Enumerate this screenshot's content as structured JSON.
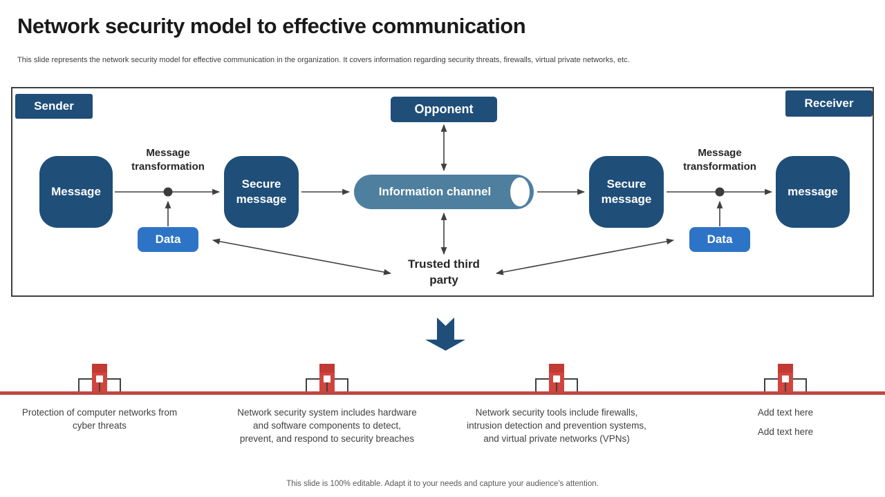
{
  "slide": {
    "title": "Network security model to effective communication",
    "subtitle": "This slide represents the network security model for effective communication in the organization. It covers information regarding security threats, firewalls, virtual private networks, etc.",
    "footer": "This slide is 100% editable. Adapt it to your needs and capture your audience's attention."
  },
  "diagram": {
    "sender_label": "Sender",
    "opponent_label": "Opponent",
    "receiver_label": "Receiver",
    "message_left": "Message",
    "secure_message_left": "Secure message",
    "information_channel": "Information channel",
    "secure_message_right": "Secure message",
    "message_right": "message",
    "data_left": "Data",
    "data_right": "Data",
    "message_transformation_left": "Message transformation",
    "message_transformation_right": "Message transformation",
    "trusted_third_party": "Trusted third party"
  },
  "timeline": {
    "items": [
      {
        "paragraphs": [
          "Protection of computer networks from cyber threats"
        ]
      },
      {
        "paragraphs": [
          "Network security system includes hardware and software components to detect, prevent, and respond to security breaches"
        ]
      },
      {
        "paragraphs": [
          "Network security tools include firewalls, intrusion detection and prevention systems, and virtual private networks (VPNs)"
        ]
      },
      {
        "paragraphs": [
          "Add text here",
          "Add text here"
        ]
      }
    ]
  },
  "colors": {
    "dark_blue": "#1F4E79",
    "data_blue": "#2E74C6",
    "channel_blue": "#4E7F9E",
    "timeline_red": "#BE4742",
    "pin_red": "#D2453E",
    "pin_red_dark": "#C23A34",
    "arrow_gray": "#404040"
  }
}
